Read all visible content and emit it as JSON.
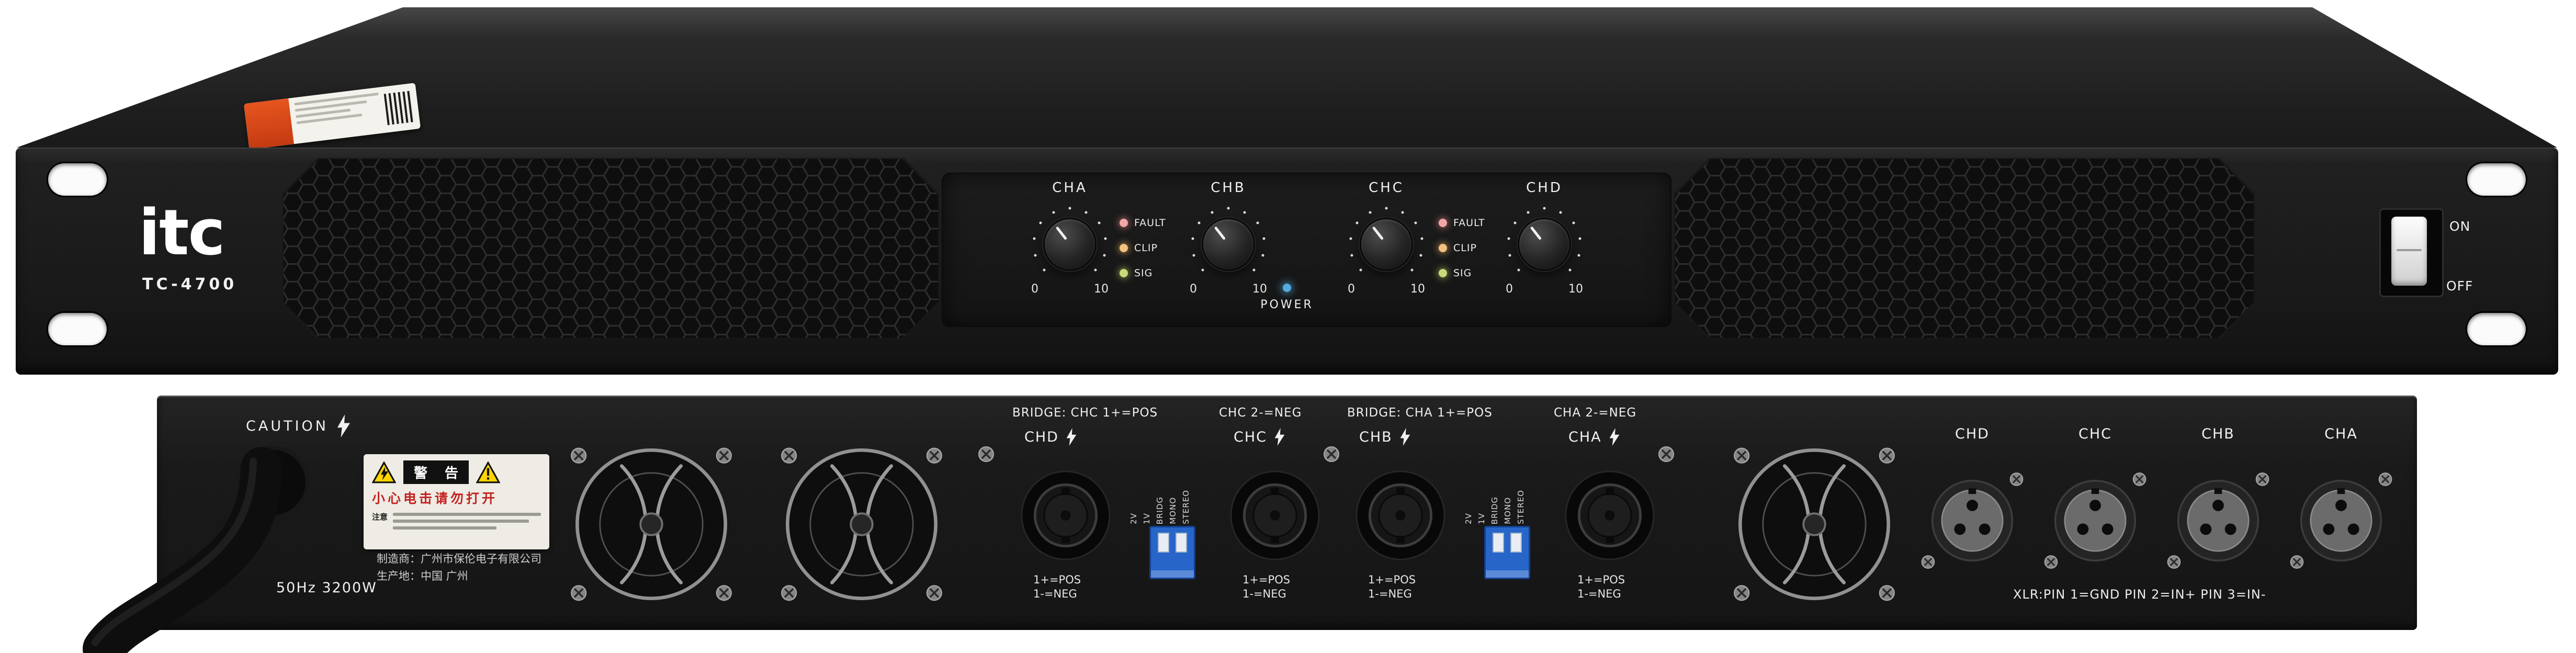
{
  "front": {
    "brand": "itc",
    "model": "TC-4700",
    "channels": [
      {
        "label": "CHA"
      },
      {
        "label": "CHB"
      },
      {
        "label": "CHC"
      },
      {
        "label": "CHD"
      }
    ],
    "knob_min": "0",
    "knob_max": "10",
    "led_labels": [
      "FAULT",
      "CLIP",
      "SIG"
    ],
    "power_label": "POWER",
    "switch_on": "ON",
    "switch_off": "OFF",
    "colors": {
      "led_fault": "#f2a6a6",
      "led_clip": "#f3c17e",
      "led_sig": "#ccd87a",
      "led_power": "#54abe0"
    }
  },
  "rear": {
    "caution": "CAUTION",
    "rating": "50Hz 3200W",
    "maker_line1": "制造商：广州市保伦电子有限公司",
    "maker_line2": "生产地：中国 广州",
    "warning": {
      "title": "警 告",
      "shock_warning": "小心电击请勿打开",
      "note_label": "注意"
    },
    "bridge_headers": [
      {
        "left": "BRIDGE: CHC 1+=POS",
        "right": "CHC 2-=NEG"
      },
      {
        "left": "BRIDGE: CHA 1+=POS",
        "right": "CHA 2-=NEG"
      }
    ],
    "speakon_groups": [
      {
        "connectors": [
          {
            "label": "CHD"
          },
          {
            "label": "CHC"
          }
        ]
      },
      {
        "connectors": [
          {
            "label": "CHB"
          },
          {
            "label": "CHA"
          }
        ]
      }
    ],
    "polarity": [
      "1+=POS",
      "1-=NEG"
    ],
    "dip_labels": [
      "2V",
      "1V",
      "BRIDG",
      "MONO",
      "STEREO"
    ],
    "xlr_labels": [
      "CHD",
      "CHC",
      "CHB",
      "CHA"
    ],
    "xlr_note": "XLR:PIN 1=GND PIN 2=IN+ PIN 3=IN-"
  }
}
